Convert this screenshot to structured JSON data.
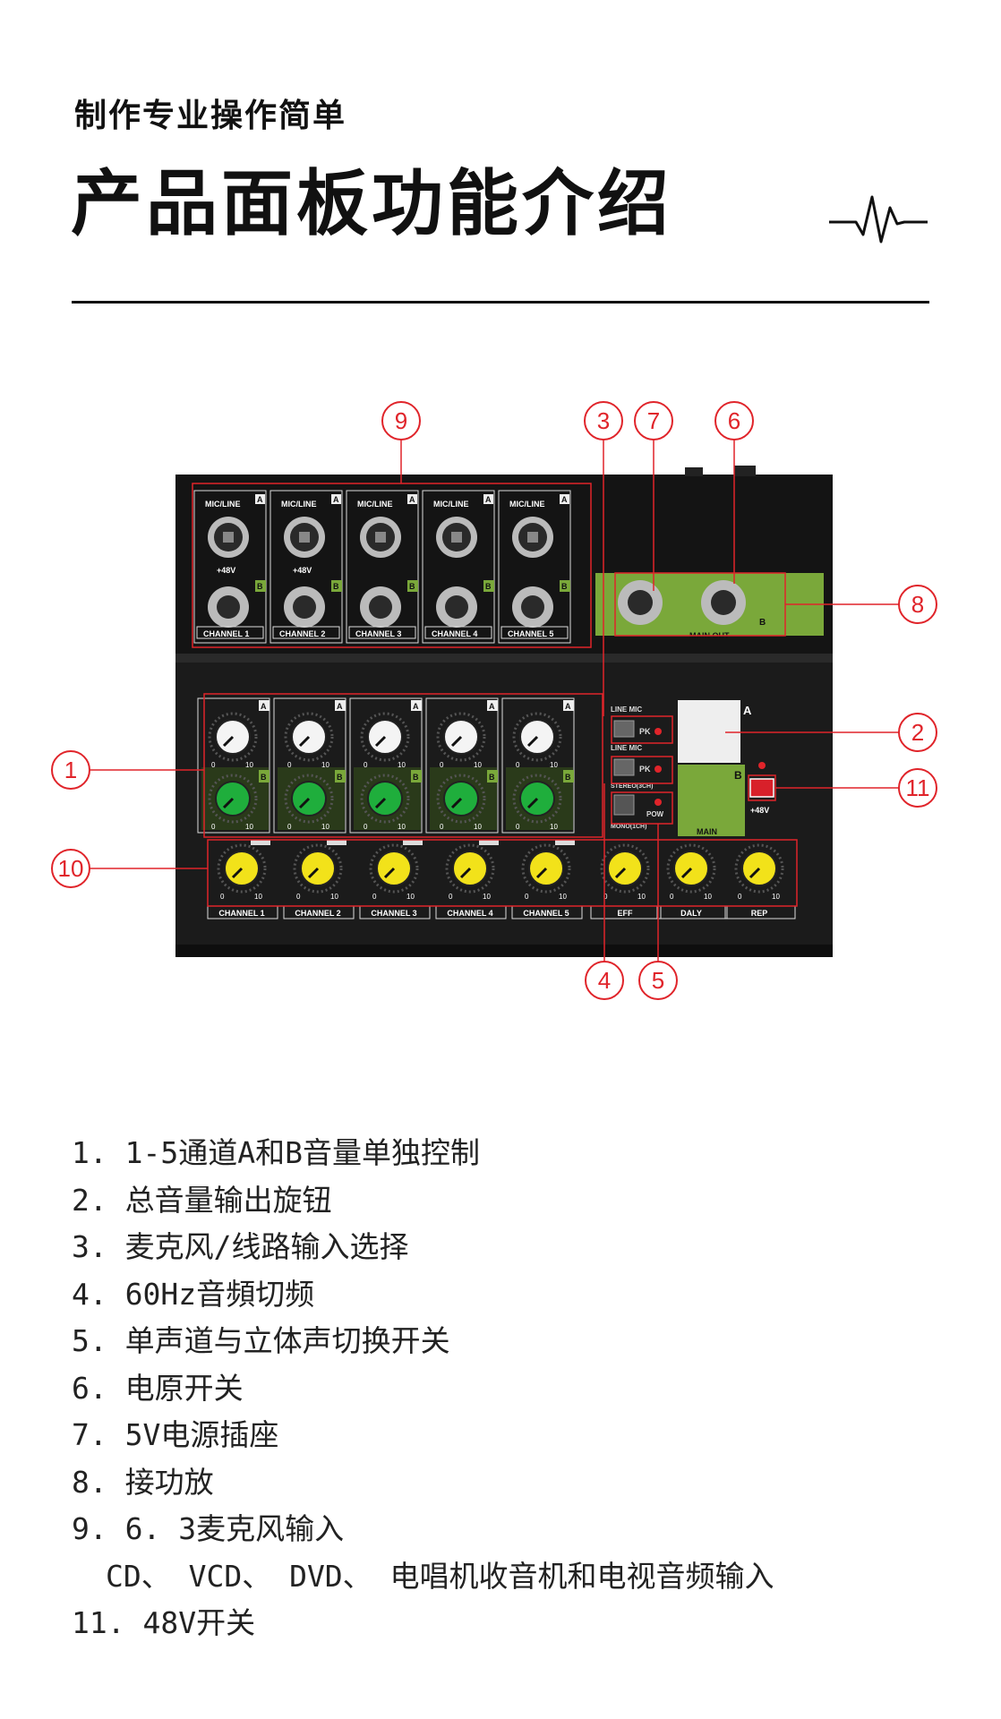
{
  "header": {
    "subtitle": "制作专业操作简单",
    "title": "产品面板功能介绍"
  },
  "device": {
    "callouts": [
      "1",
      "2",
      "3",
      "4",
      "5",
      "6",
      "7",
      "8",
      "9",
      "10",
      "11"
    ],
    "input_section": {
      "jack_top_label": "MIC/LINE",
      "phantom_label": "+48V",
      "row_a_tag": "A",
      "row_b_tag": "B",
      "channels": [
        "CHANNEL 1",
        "CHANNEL 2",
        "CHANNEL 3",
        "CHANNEL 4",
        "CHANNEL 5"
      ]
    },
    "main_out": {
      "label": "MAIN OUT",
      "b_tag": "B"
    },
    "switches": {
      "line_mic": "LINE MIC",
      "pk": "PK",
      "stereo": "STEREO(3CH)",
      "pow": "POW",
      "mono": "MONO(1CH)"
    },
    "knob_scale": {
      "min": "0",
      "max": "10"
    },
    "main_section": {
      "a_tag": "A",
      "b_tag": "B",
      "main_label": "MAIN",
      "phantom_button": "+48V"
    },
    "bottom_labels": [
      "CHANNEL 1",
      "CHANNEL 2",
      "CHANNEL 3",
      "CHANNEL 4",
      "CHANNEL 5",
      "EFF",
      "DALY",
      "REP"
    ],
    "colors": {
      "panel": "#1a1a1a",
      "accent_green": "#7aa83a",
      "knob_green": "#1fae3c",
      "knob_yellow": "#f2e21a",
      "callout_red": "#e0242a"
    }
  },
  "features": [
    "1. 1-5通道A和B音量单独控制",
    "2. 总音量输出旋钮",
    "3. 麦克风/线路输入选择",
    "4. 60Hz音頻切频",
    "5. 单声道与立体声切换开关",
    "6. 电原开关",
    "7. 5V电源插座",
    "8. 接功放",
    "9. 6. 3麦克风输入",
    "CD、 VCD、 DVD、 电唱机收音机和电视音频输入",
    "11. 48V开关"
  ]
}
